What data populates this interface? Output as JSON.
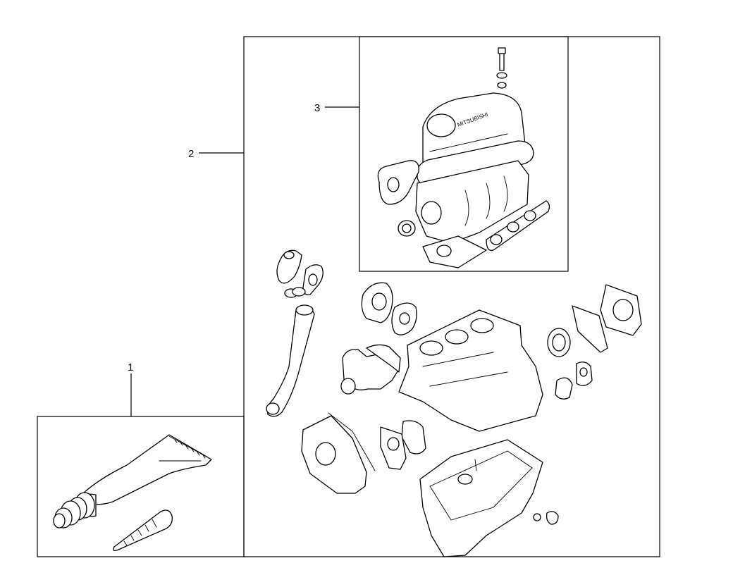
{
  "callouts": [
    {
      "id": "1",
      "label": "1"
    },
    {
      "id": "2",
      "label": "2"
    },
    {
      "id": "3",
      "label": "3"
    }
  ],
  "embossed_text": "MITSUBISHI"
}
